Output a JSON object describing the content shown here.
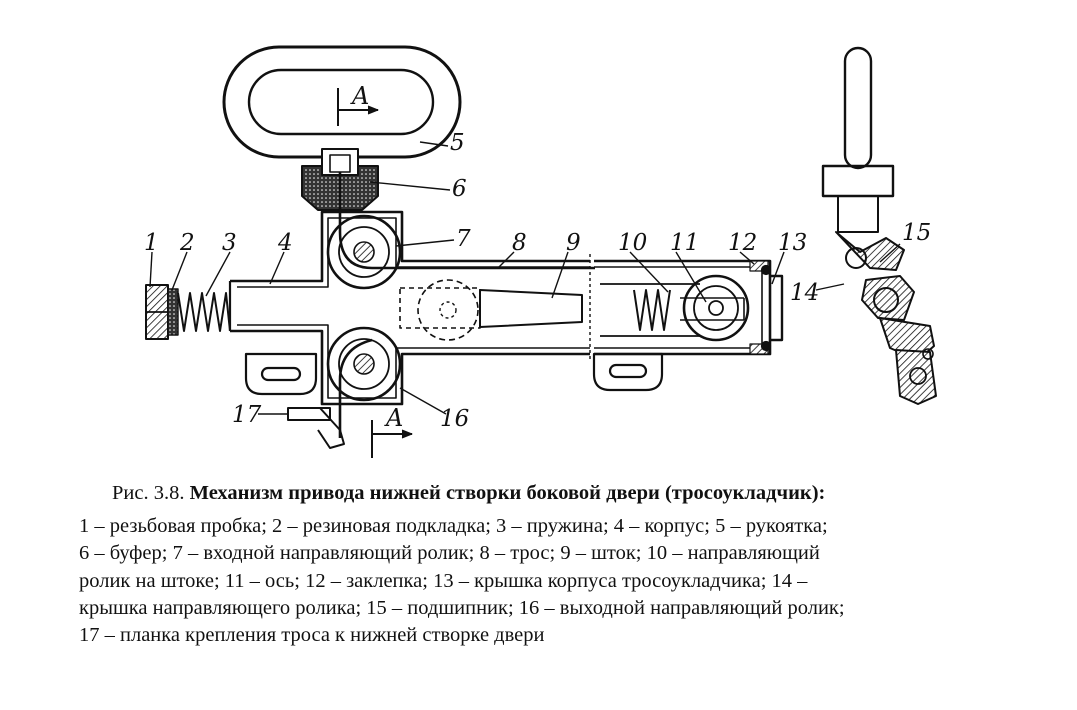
{
  "figure": {
    "callouts": [
      "1",
      "2",
      "3",
      "4",
      "5",
      "6",
      "7",
      "8",
      "9",
      "10",
      "11",
      "12",
      "13",
      "14",
      "15",
      "16",
      "17"
    ],
    "section_label": "A"
  },
  "caption": {
    "prefix": "Рис. 3.8.",
    "title": "Механизм привода нижней створки боковой двери (тросоукладчик):"
  },
  "legend_lines": [
    "1 – резьбовая пробка; 2 – резиновая подкладка; 3 – пружина; 4 – корпус; 5 – рукоятка;",
    "6 – буфер; 7 – входной направляющий ролик; 8 – трос; 9 – шток; 10 –  направляющий",
    "ролик на штоке; 11 – ось; 12 – заклепка; 13 – крышка корпуса тросоукладчика; 14 –",
    "крышка направляющего ролика; 15 – подшипник; 16 – выходной направляющий ролик;",
    "17 – планка крепления троса к нижней створке двери"
  ]
}
